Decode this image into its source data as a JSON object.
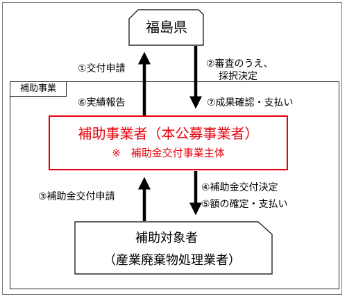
{
  "group": {
    "label": "補助事業"
  },
  "nodes": {
    "prefecture": "福島県",
    "operator": {
      "title": "補助事業者（本公募事業者）",
      "subtitle": "※　補助金交付事業主体"
    },
    "target": {
      "line1": "補助対象者",
      "line2": "（産業廃棄物処理業者）"
    }
  },
  "flows": {
    "f1": "①交付申請",
    "f2_line1": "②審査のうえ、",
    "f2_line2": "採択決定",
    "f3": "③補助金交付申請",
    "f4": "④補助金交付決定",
    "f5": "⑤額の確定・支払い",
    "f6": "⑥実績報告",
    "f7": "⑦成果確認・支払い"
  }
}
